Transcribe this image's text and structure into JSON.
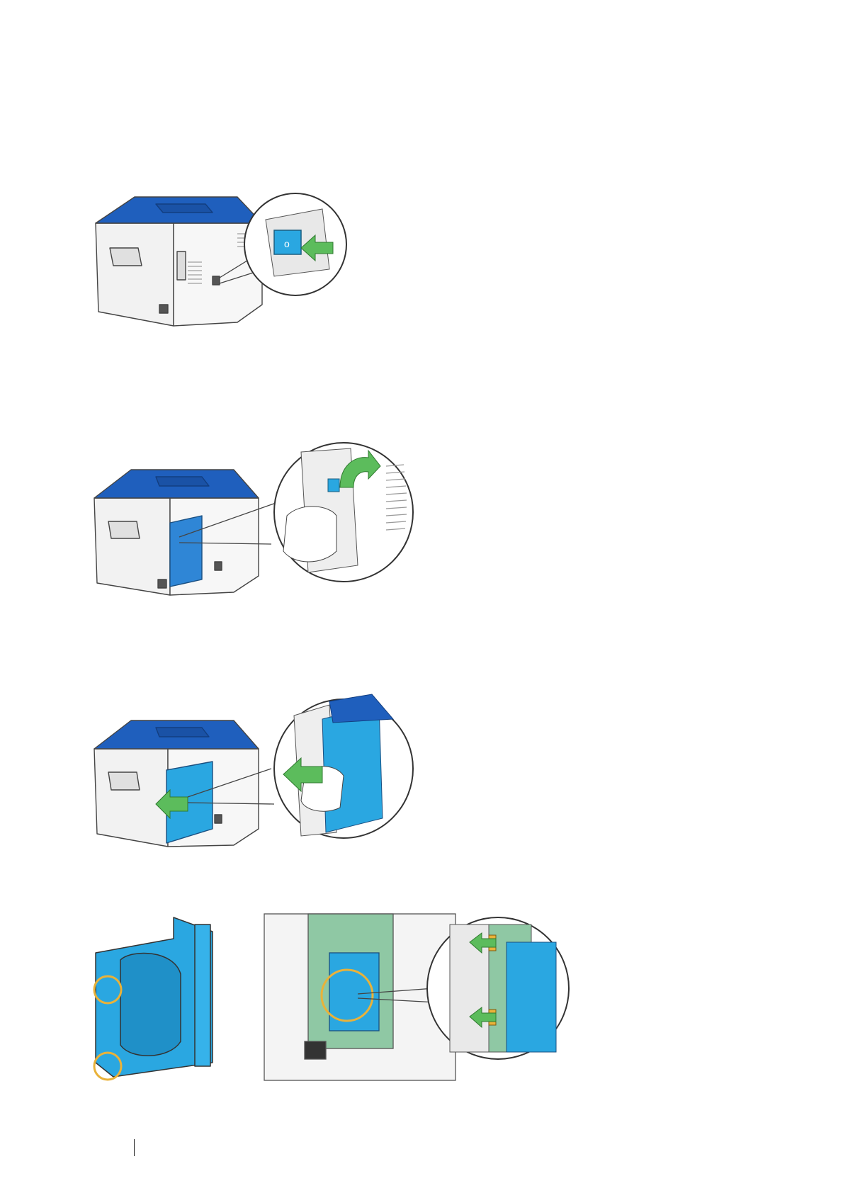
{
  "page": {
    "figures": [
      {
        "id": "power-switch-off"
      },
      {
        "id": "unplug-ethernet-cable"
      },
      {
        "id": "remove-chain-board-cover"
      },
      {
        "id": "install-hard-disk"
      }
    ],
    "icons": [
      "arrow-icon",
      "highlight-circle-icon",
      "zoom-callout-icon"
    ],
    "colors": {
      "printer_blue": "#1f5fbd",
      "part_blue": "#2aa7e1",
      "arrow_green": "#5cbc5c",
      "highlight_yellow": "#e9b23a",
      "board_green": "#8fc8a4",
      "line": "#444444"
    }
  }
}
